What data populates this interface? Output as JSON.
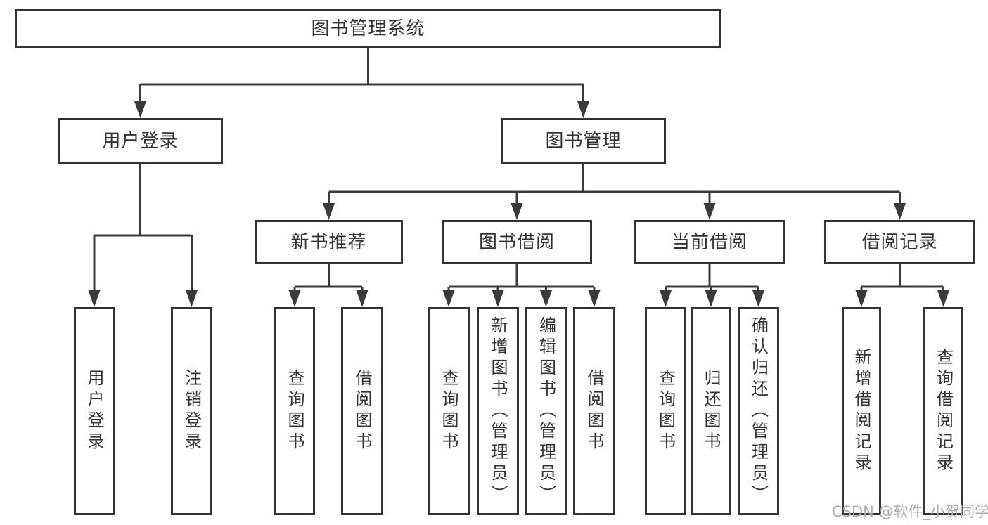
{
  "nodes": {
    "root": "图书管理系统",
    "user_login": "用户登录",
    "book_mgmt": "图书管理",
    "new_book_recommend": "新书推荐",
    "book_borrow": "图书借阅",
    "current_borrow": "当前借阅",
    "borrow_records": "借阅记录",
    "leaves": {
      "user_login": [
        "用户登录",
        "注销登录"
      ],
      "new_book_recommend": [
        "查询图书",
        "借阅图书"
      ],
      "book_borrow": [
        "查询图书",
        "新增图书（管理员）",
        "编辑图书（管理员）",
        "借阅图书"
      ],
      "current_borrow": [
        "查询图书",
        "归还图书",
        "确认归还（管理员）"
      ],
      "borrow_records": [
        "新增借阅记录",
        "查询借阅记录"
      ]
    }
  },
  "watermark": "CSDN @软件_小贺同学",
  "colors": {
    "line": "#3a3a3a",
    "border": "#333333",
    "text": "#333333",
    "watermark": "#ababab",
    "background": "#ffffff"
  }
}
